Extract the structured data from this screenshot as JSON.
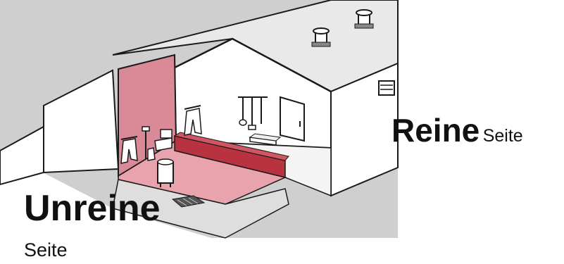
{
  "labels": {
    "clean_main": "Reine",
    "clean_sub": "Seite",
    "unclean_main": "Unreine",
    "unclean_sub": "Seite"
  },
  "colors": {
    "background": "#ffffff",
    "ground": "#cfcfcf",
    "unclean_zone": "#d98a96",
    "unclean_zone_floor": "#e8a3ad",
    "barrier": "#b8323f",
    "outline": "#1a1a1a"
  },
  "icons": [
    "chimney-vent-icon",
    "wall-vent-icon",
    "hanging-tools-icon",
    "door-icon",
    "tray-icon",
    "drain-grate-icon",
    "overalls-icon",
    "boots-icon",
    "bin-icon",
    "sink-icon"
  ]
}
